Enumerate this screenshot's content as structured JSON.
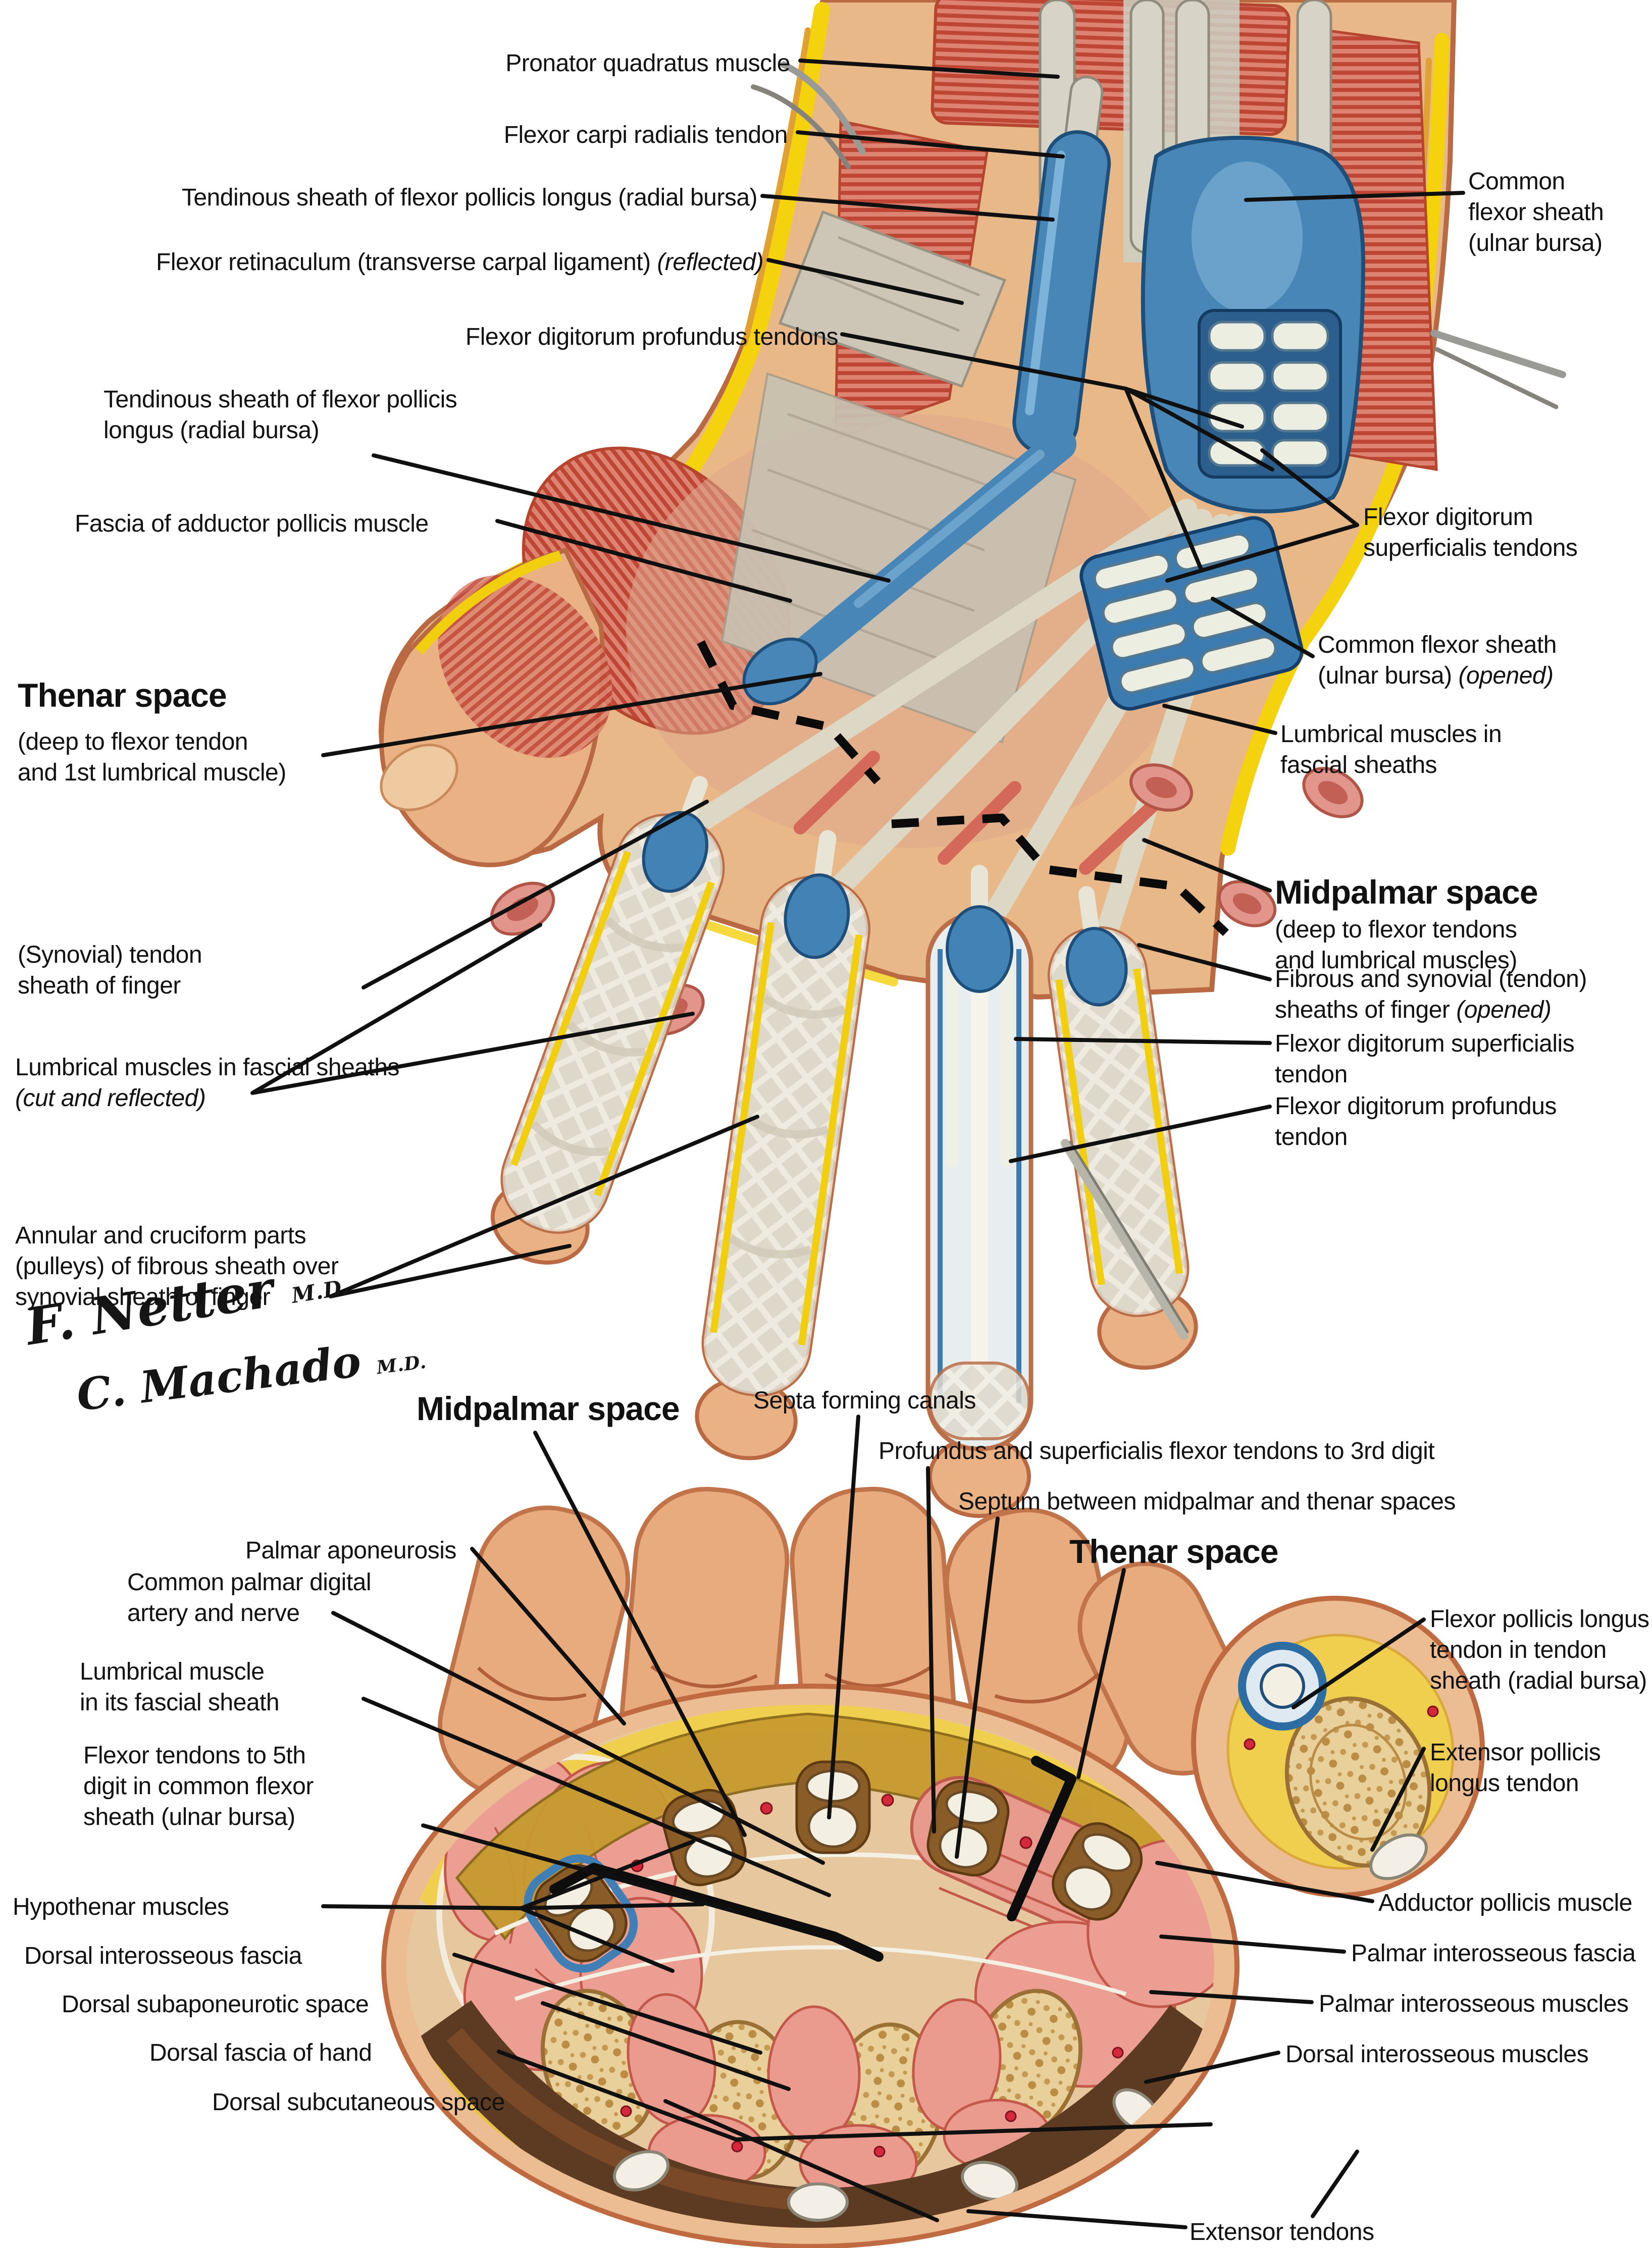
{
  "palette": {
    "label_text": "#111111",
    "leader_line": "#101010",
    "muscle_red": "#dc8471",
    "muscle_stripe": "#bf4534",
    "sheath_blue": "#4886b8",
    "sheath_blue_dark": "#1d4f7a",
    "fat_yellow": "#f2cf0e",
    "skin_tan": "#e9b888",
    "skin_outline": "#b96a42",
    "tendon_gray": "#d7d3c7",
    "tendon_white": "#f3efe2",
    "bone_tan": "#e9d09b",
    "dorsal_brown": "#5d3a22",
    "vessel_red": "#d5283a",
    "fascia_gray": "#c8c1b2"
  },
  "signatures": [
    {
      "name": "F. Netter ",
      "degree": "M.D."
    },
    {
      "name": "C. Machado ",
      "degree": "M.D."
    }
  ],
  "top_labels": [
    {
      "text": "Pronator quadratus muscle"
    },
    {
      "text": "Flexor carpi radialis tendon"
    },
    {
      "text": "Tendinous sheath of flexor pollicis longus (radial bursa)"
    },
    {
      "text": "Flexor retinaculum (transverse carpal ligament) ",
      "italic": "(reflected)"
    },
    {
      "text": "Flexor digitorum profundus tendons"
    },
    {
      "text": "Tendinous sheath of flexor pollicis\nlongus (radial bursa)"
    },
    {
      "text": "Fascia of adductor pollicis muscle"
    },
    {
      "heading": "Thenar space",
      "sub": "(deep to flexor tendon\nand 1st lumbrical muscle)"
    },
    {
      "text": "(Synovial) tendon\nsheath of finger"
    },
    {
      "text": "Lumbrical muscles in fascial sheaths\n",
      "italic": "(cut and reflected)"
    },
    {
      "text": "Annular and cruciform parts\n(pulleys) of fibrous sheath over\nsynovial sheath of finger"
    },
    {
      "text": "Common\nflexor sheath\n(ulnar bursa)"
    },
    {
      "text": "Flexor digitorum\nsuperficialis tendons"
    },
    {
      "text": "Common flexor sheath\n(ulnar bursa) ",
      "italic": "(opened)"
    },
    {
      "text": "Lumbrical muscles in\nfascial sheaths"
    },
    {
      "heading": "Midpalmar space",
      "sub": "(deep to flexor tendons\nand lumbrical muscles)"
    },
    {
      "text": "Fibrous and synovial (tendon)\nsheaths of finger ",
      "italic": "(opened)"
    },
    {
      "text": "Flexor digitorum superficialis\ntendon"
    },
    {
      "text": "Flexor digitorum profundus\ntendon"
    }
  ],
  "bottom_labels": [
    {
      "heading": "Midpalmar space"
    },
    {
      "text": "Septa forming canals"
    },
    {
      "text": "Profundus and superficialis flexor tendons to 3rd digit"
    },
    {
      "text": "Septum between midpalmar and thenar spaces"
    },
    {
      "heading": "Thenar space"
    },
    {
      "text": "Palmar aponeurosis"
    },
    {
      "text": "Common palmar digital\nartery and nerve"
    },
    {
      "text": "Lumbrical muscle\nin its fascial sheath"
    },
    {
      "text": "Flexor tendons to 5th\ndigit in common flexor\nsheath (ulnar bursa)"
    },
    {
      "text": "Hypothenar muscles"
    },
    {
      "text": "Dorsal interosseous fascia"
    },
    {
      "text": "Dorsal subaponeurotic space"
    },
    {
      "text": "Dorsal fascia of hand"
    },
    {
      "text": "Dorsal subcutaneous space"
    },
    {
      "text": "Flexor pollicis longus\ntendon in tendon\nsheath (radial bursa)"
    },
    {
      "text": "Extensor pollicis\nlongus tendon"
    },
    {
      "text": "Adductor pollicis muscle"
    },
    {
      "text": "Palmar interosseous fascia"
    },
    {
      "text": "Palmar interosseous muscles"
    },
    {
      "text": "Dorsal interosseous muscles"
    },
    {
      "text": "Extensor tendons"
    }
  ]
}
